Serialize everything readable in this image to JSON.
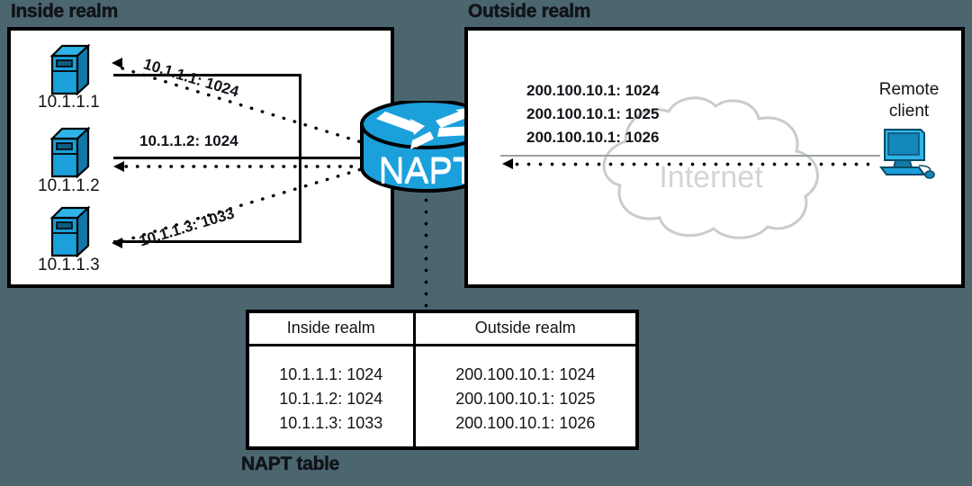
{
  "diagram": {
    "title_inside": "Inside realm",
    "title_outside": "Outside realm",
    "title_table": "NAPT table",
    "router_label": "NAPT",
    "cloud_label": "Internet",
    "remote_client_label_line1": "Remote",
    "remote_client_label_line2": "client"
  },
  "colors": {
    "background": "#4C6670",
    "device_blue": "#1BA0DB",
    "device_blue_dark": "#1487BB",
    "cloud_gray": "#C9CCCE",
    "line_gray": "#9AA0A3",
    "ink": "#111418"
  },
  "inside_hosts": [
    {
      "address": "10.1.1.1",
      "flow_label": "10.1.1.1: 1024"
    },
    {
      "address": "10.1.1.2",
      "flow_label": "10.1.1.2: 1024"
    },
    {
      "address": "10.1.1.3",
      "flow_label": "10.1.1.3: 1033"
    }
  ],
  "outside_flows": [
    "200.100.10.1: 1024",
    "200.100.10.1: 1025",
    "200.100.10.1: 1026"
  ],
  "napt_table": {
    "headers": [
      "Inside realm",
      "Outside realm"
    ],
    "rows": [
      [
        "10.1.1.1: 1024",
        "200.100.10.1: 1024"
      ],
      [
        "10.1.1.2: 1024",
        "200.100.10.1: 1025"
      ],
      [
        "10.1.1.3: 1033",
        "200.100.10.1: 1026"
      ]
    ]
  }
}
